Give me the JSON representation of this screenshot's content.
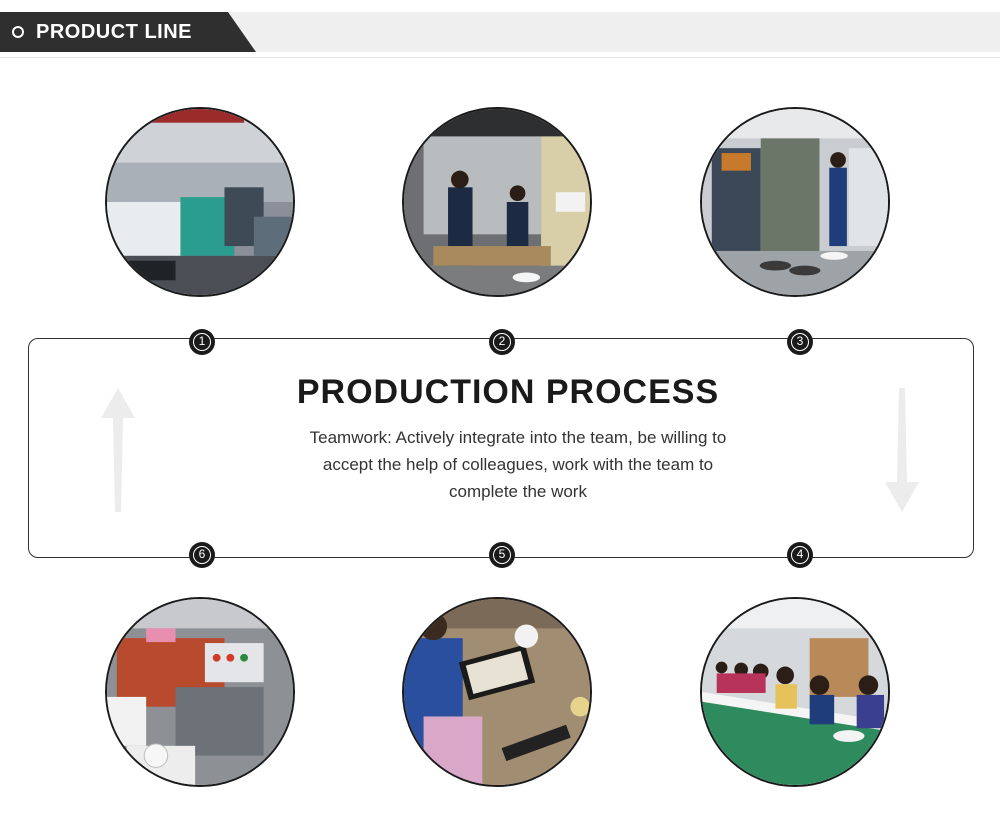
{
  "header": {
    "title": "PRODUCT LINE"
  },
  "process": {
    "title": "PRODUCTION PROCESS",
    "description_lines": [
      "Teamwork: Actively integrate into the team, be willing to",
      "accept the help of colleagues, work with the team to",
      "complete the work"
    ]
  },
  "steps": [
    {
      "number": "1"
    },
    {
      "number": "2"
    },
    {
      "number": "3"
    },
    {
      "number": "4"
    },
    {
      "number": "5"
    },
    {
      "number": "6"
    }
  ],
  "colors": {
    "header_dark": "#2f2f2f",
    "header_light": "#efefef",
    "text_dark": "#1a1a1a",
    "arrow_light": "#ececec"
  }
}
